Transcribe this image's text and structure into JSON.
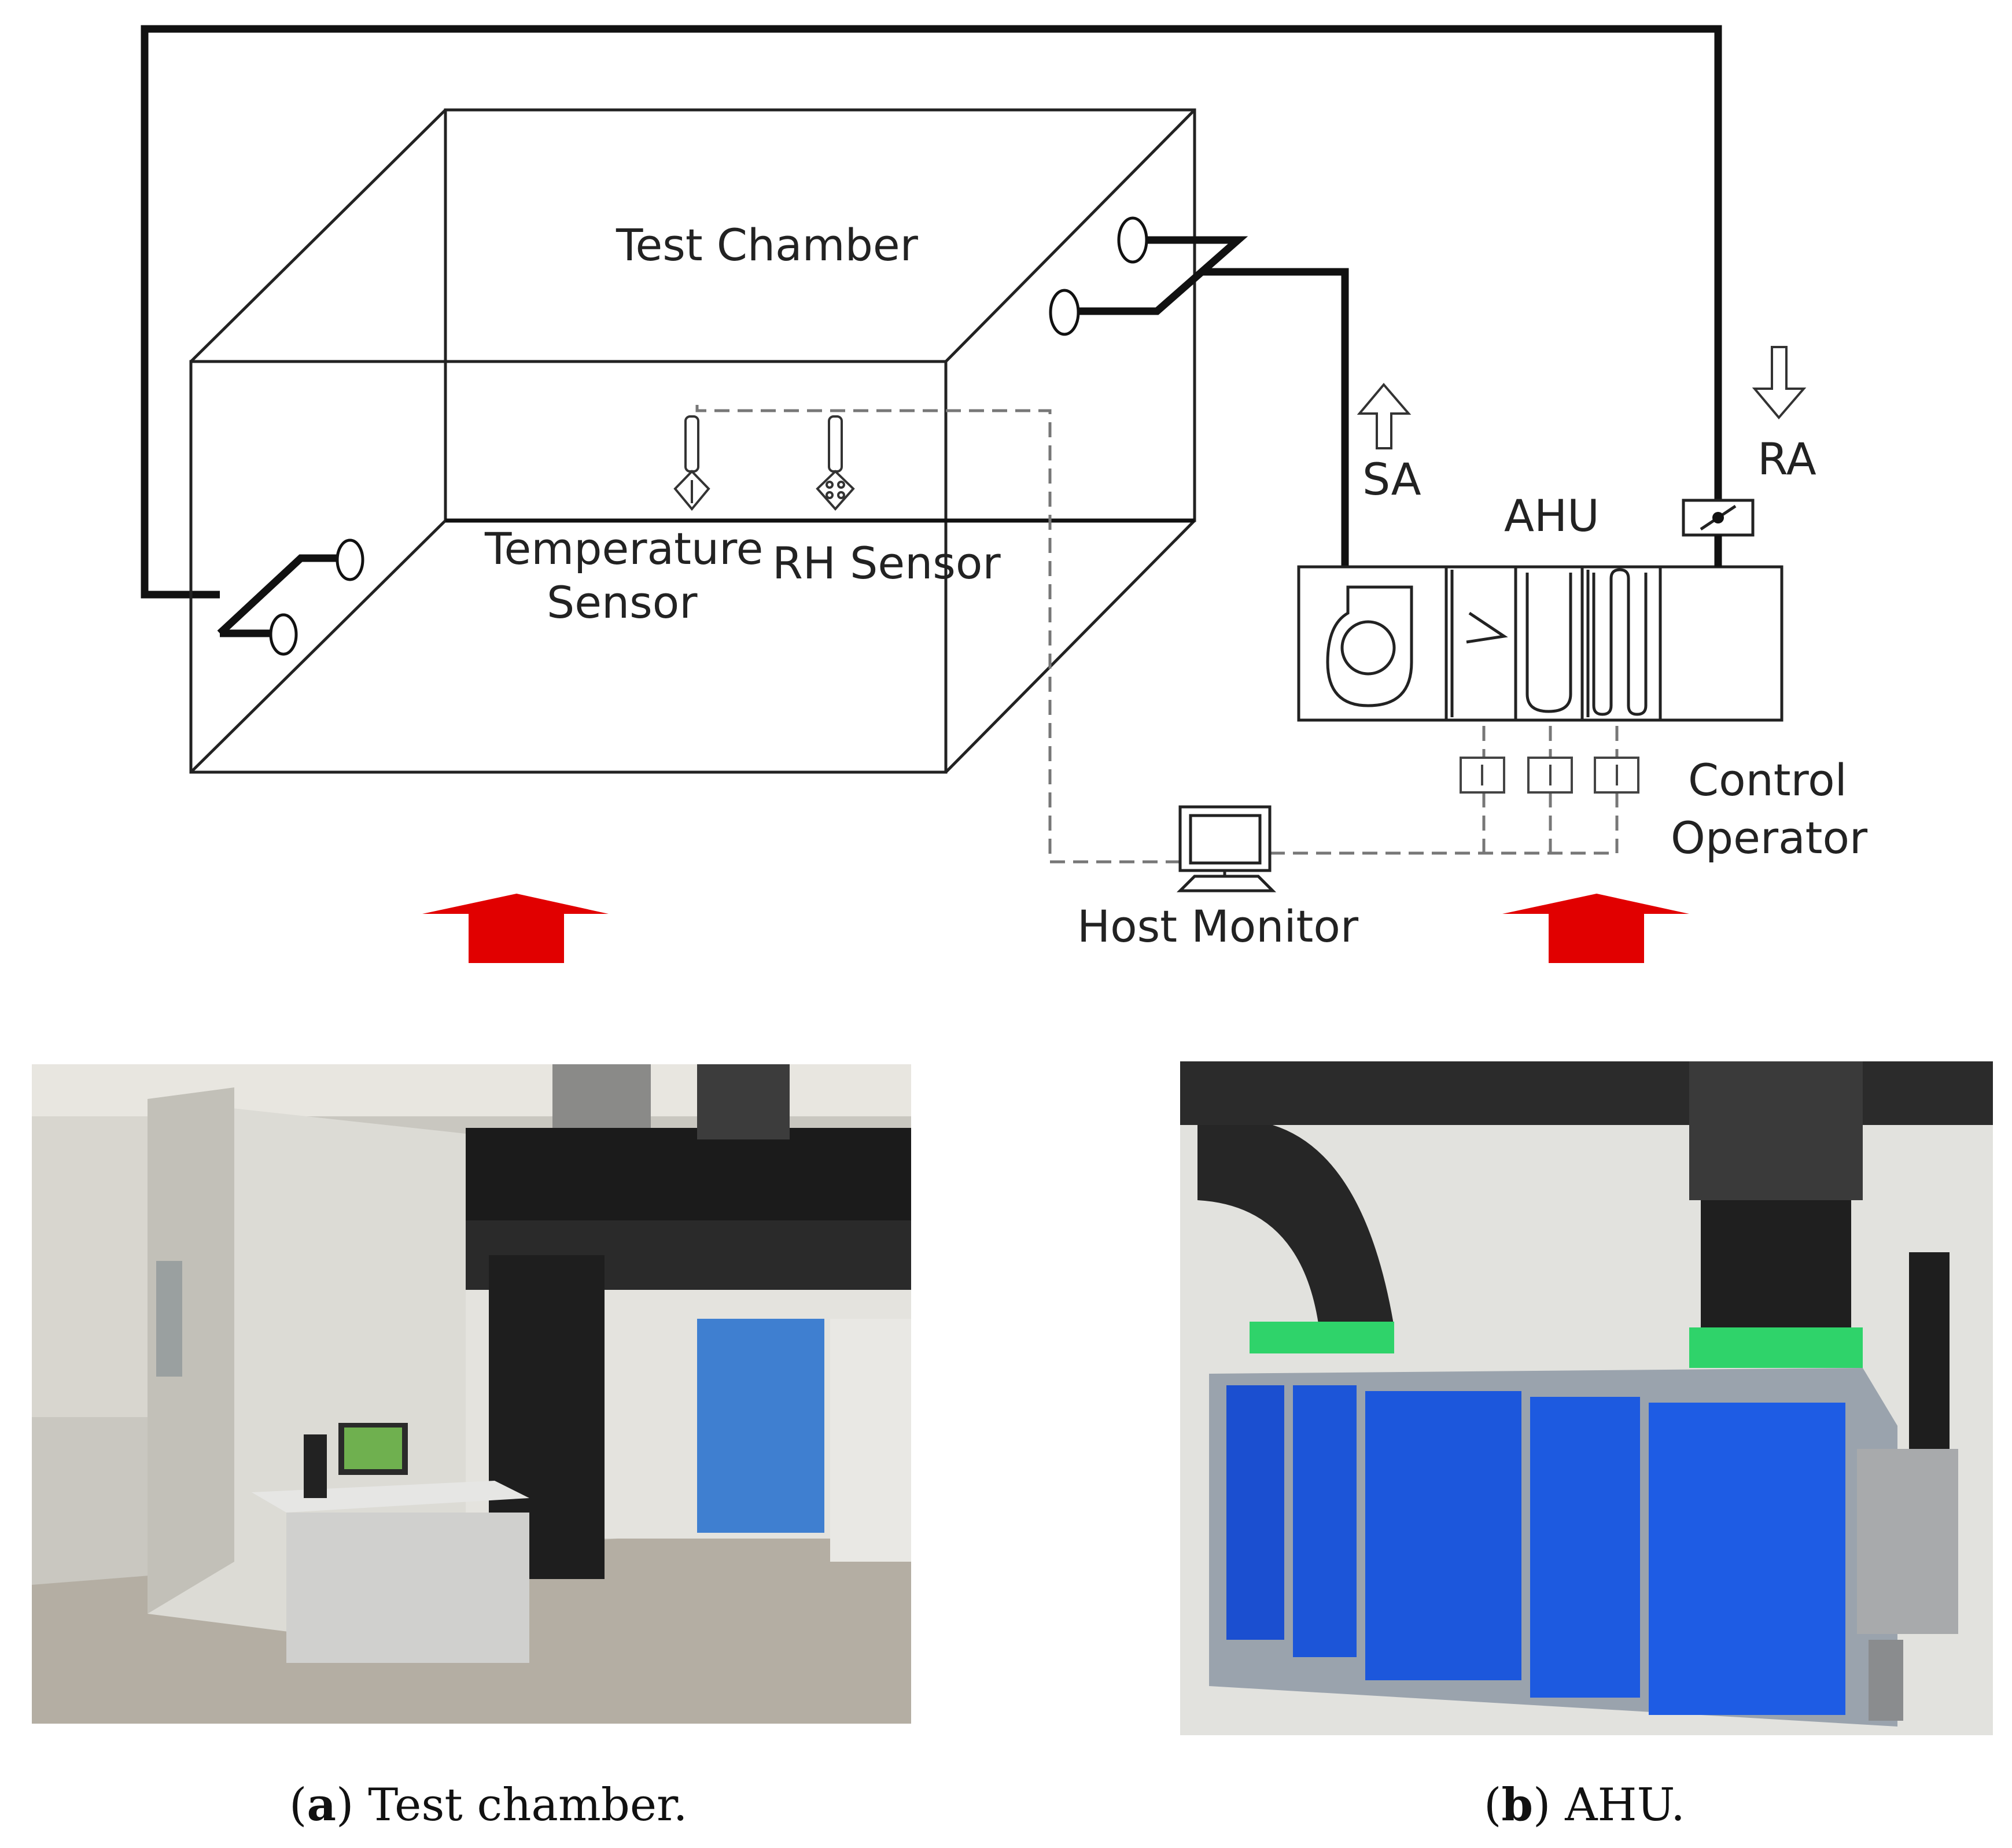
{
  "diagram": {
    "labels": {
      "test_chamber": "Test Chamber",
      "temperature_sensor_line1": "Temperature",
      "temperature_sensor_line2": "Sensor",
      "rh_sensor": "RH Sensor",
      "sa": "SA",
      "ra": "RA",
      "ahu": "AHU",
      "control_operator_line1": "Control",
      "control_operator_line2": "Operator",
      "host_monitor": "Host Monitor"
    },
    "colors": {
      "line": "#111111",
      "dashed": "#777777",
      "arrow_red": "#e10000"
    }
  },
  "photos": {
    "a": {
      "icon": "photo-test-chamber",
      "label": "a",
      "caption": " Test chamber."
    },
    "b": {
      "icon": "photo-ahu",
      "label": "b",
      "caption": " AHU."
    }
  }
}
